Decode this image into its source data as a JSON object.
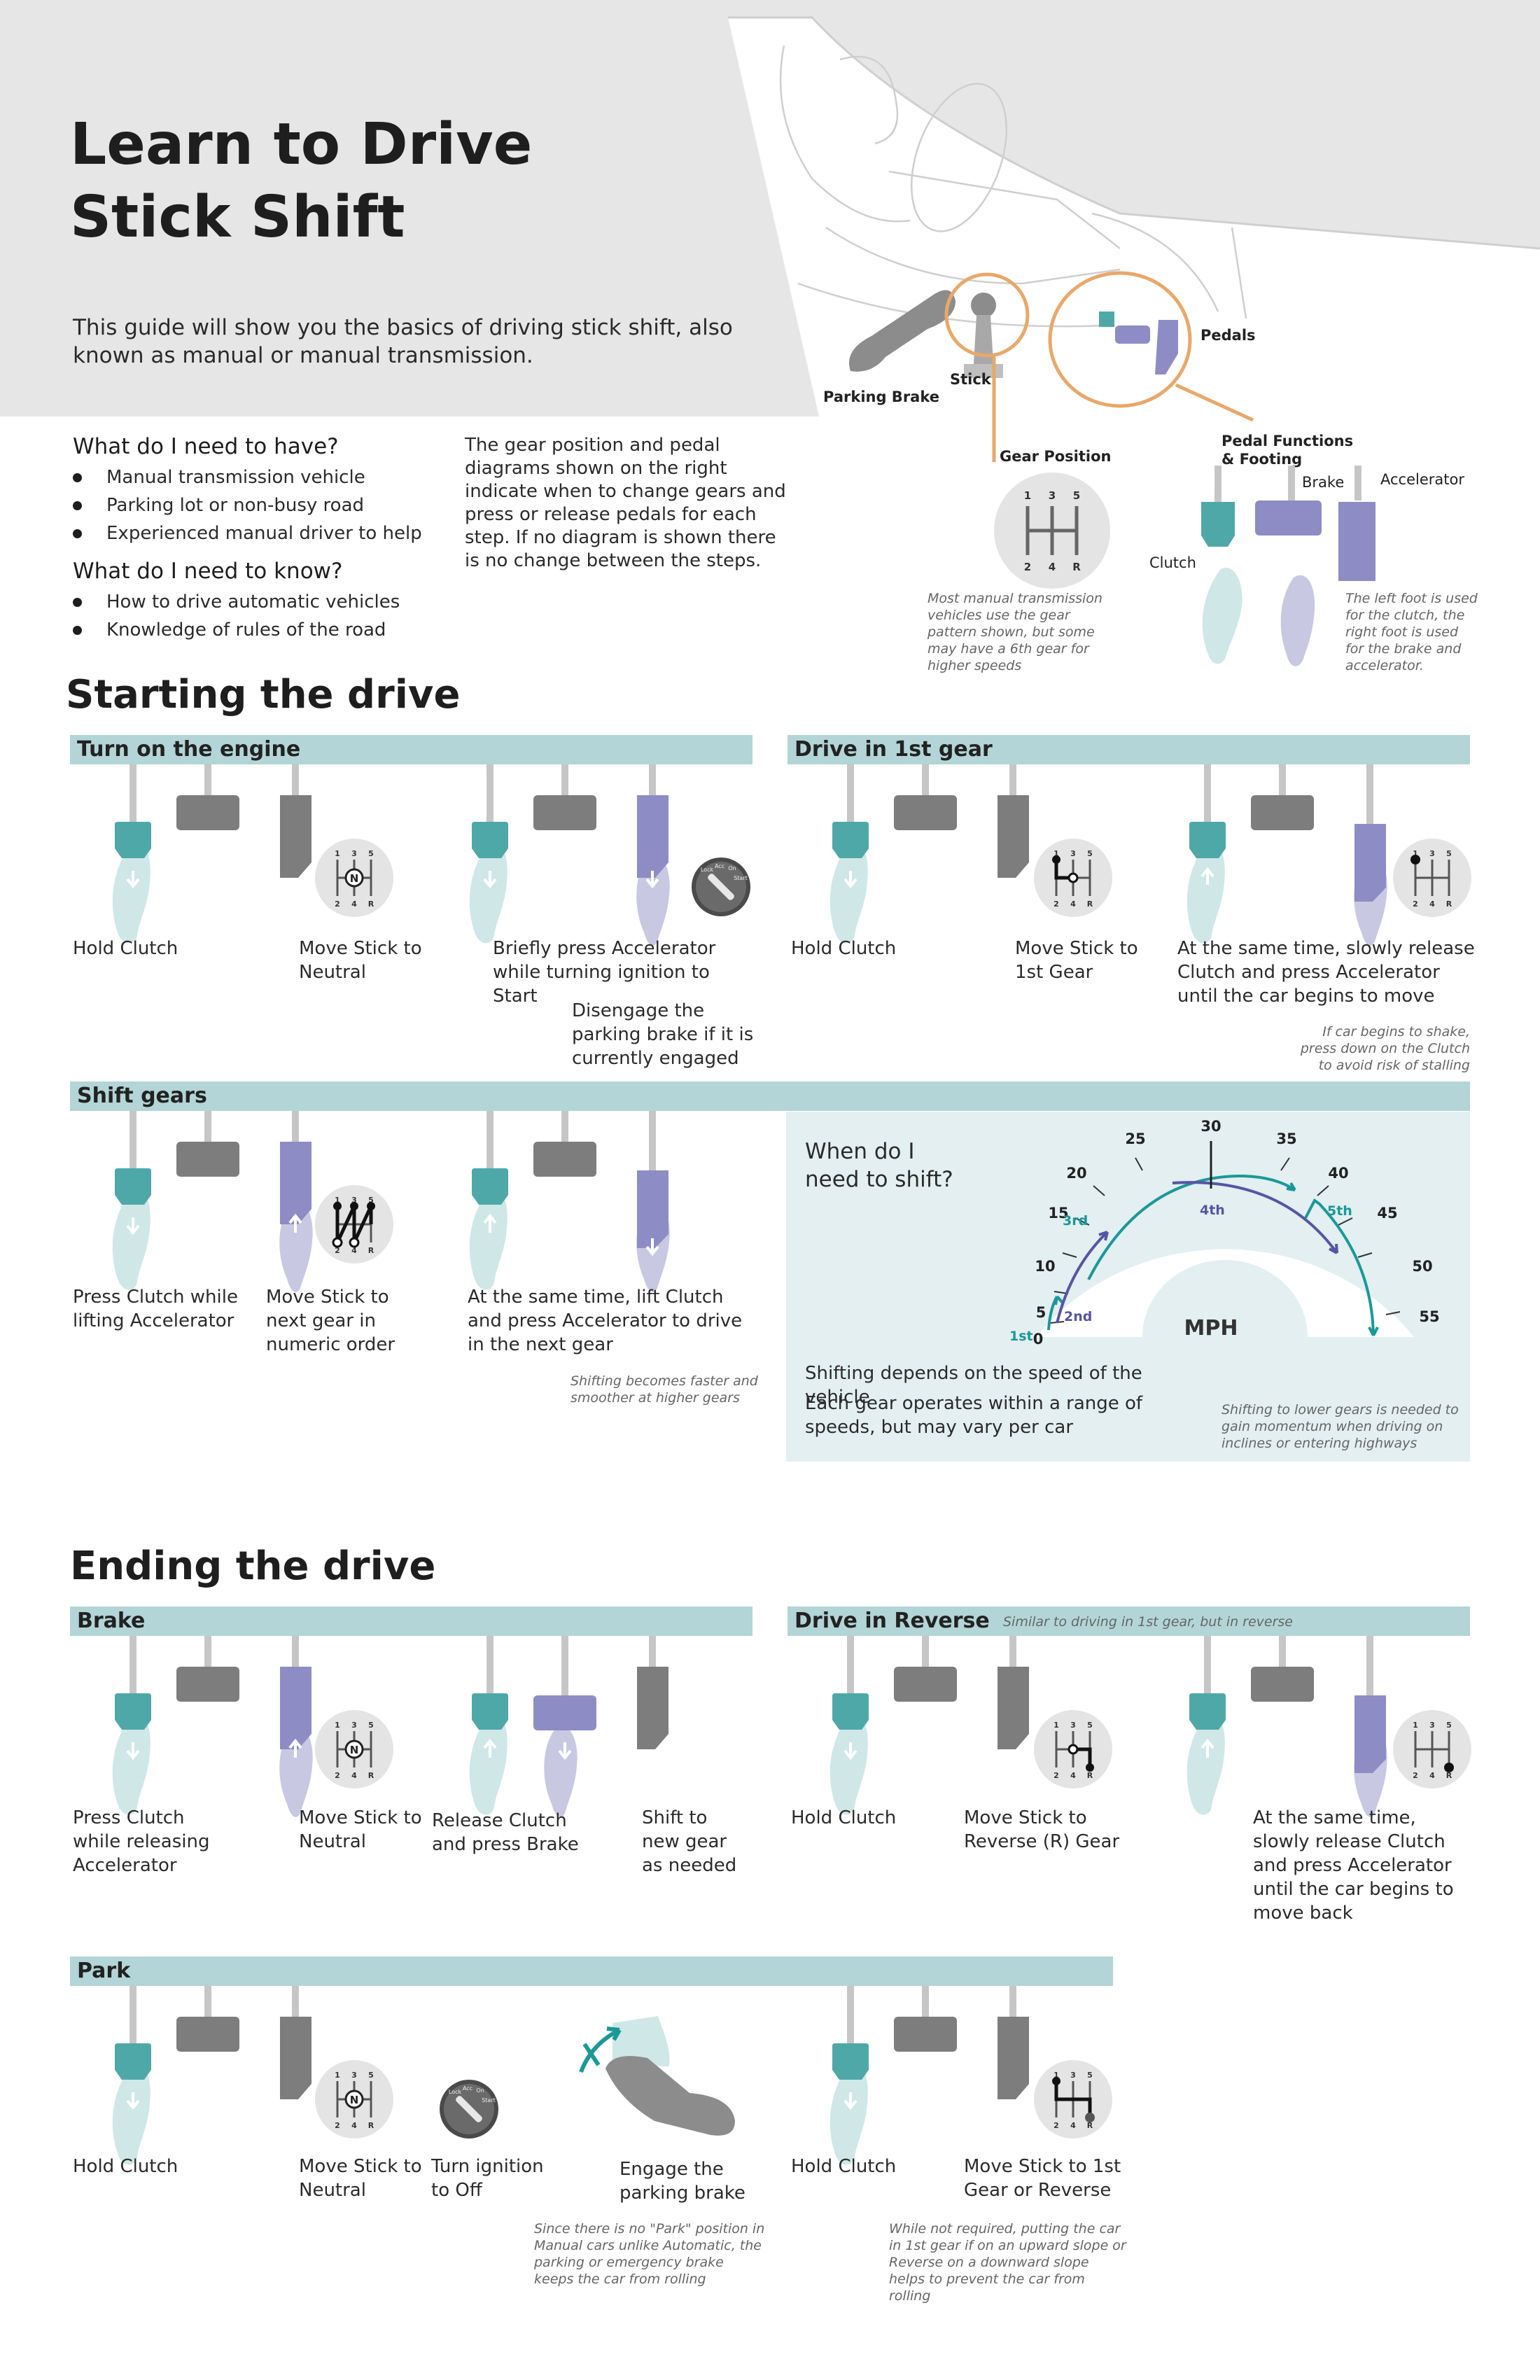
{
  "header": {
    "title_line1": "Learn to Drive",
    "title_line2": "Stick Shift",
    "intro": "This guide will show you the basics of driving stick shift, also known as manual or manual transmission."
  },
  "car_labels": {
    "pedals": "Pedals",
    "stick": "Stick",
    "parking_brake": "Parking Brake"
  },
  "need_have": {
    "heading": "What do I need to have?",
    "items": [
      "Manual transmission vehicle",
      "Parking lot or non-busy road",
      "Experienced manual driver to help"
    ]
  },
  "need_know": {
    "heading": "What do I need to know?",
    "items": [
      "How to drive automatic vehicles",
      "Knowledge of rules of the road"
    ]
  },
  "diagram_note": "The gear position and pedal diagrams shown on the right indicate when to change gears and press or release pedals for each step. If no diagram is shown there is no change between the steps.",
  "gear_position": {
    "title": "Gear Position",
    "top": [
      "1",
      "3",
      "5"
    ],
    "bottom": [
      "2",
      "4",
      "R"
    ],
    "note": "Most manual transmission vehicles use the gear pattern shown, but some may have a 6th gear for higher speeds"
  },
  "pedal_functions": {
    "title_line1": "Pedal Functions",
    "title_line2": "& Footing",
    "brake": "Brake",
    "accelerator": "Accelerator",
    "clutch": "Clutch",
    "note": "The left foot is used for the clutch, the right foot is used for the brake and accelerator."
  },
  "sections": {
    "starting": "Starting the drive",
    "ending": "Ending the drive",
    "engine": {
      "title": "Turn on the engine",
      "s1": "Hold Clutch",
      "s2": "Move Stick to Neutral",
      "s3": "Briefly press Accelerator while turning ignition to Start",
      "s4": "Disengage the parking brake if it is currently engaged"
    },
    "first": {
      "title": "Drive in 1st gear",
      "s1": "Hold Clutch",
      "s2": "Move Stick to 1st Gear",
      "s3": "At the same time, slowly release Clutch and press Accelerator until the car begins to move",
      "note": "If car begins to shake, press down on the Clutch to avoid risk of stalling"
    },
    "shift": {
      "title": "Shift gears",
      "s1": "Press Clutch while lifting Accelerator",
      "s2": "Move Stick to next gear in numeric order",
      "s3": "At the same time, lift Clutch and press Accelerator to drive in the next gear",
      "note": "Shifting becomes faster and smoother at higher gears"
    },
    "when": {
      "title": "When do I need to shift?",
      "unit": "MPH",
      "ticks": [
        "0",
        "5",
        "10",
        "15",
        "20",
        "25",
        "30",
        "35",
        "40",
        "45",
        "50",
        "55"
      ],
      "gears": [
        "1st",
        "2nd",
        "3rd",
        "4th",
        "5th"
      ],
      "t1": "Shifting depends on the speed of the vehicle",
      "t2": "Each gear operates within a range of speeds, but may vary per car",
      "note": "Shifting to lower gears is needed to gain momentum when driving on inclines or entering highways"
    },
    "brake": {
      "title": "Brake",
      "s1": "Press Clutch while releasing Accelerator",
      "s2": "Move Stick to Neutral",
      "s3": "Release Clutch and press Brake",
      "s4": "Shift to new gear as needed"
    },
    "reverse": {
      "title": "Drive in Reverse",
      "subtitle": "Similar to driving in 1st gear, but in reverse",
      "s1": "Hold Clutch",
      "s2": "Move Stick to Reverse (R) Gear",
      "s3": "At the same time, slowly release Clutch and press Accelerator until the car begins to move back"
    },
    "park": {
      "title": "Park",
      "s1": "Hold Clutch",
      "s2": "Move Stick to Neutral",
      "s3": "Turn ignition to Off",
      "s4": "Engage the parking brake",
      "s5": "Hold Clutch",
      "s6": "Move Stick to 1st Gear or Reverse",
      "note1": "Since there is no \"Park\" position in Manual cars unlike Automatic, the parking or emergency brake keeps the car from rolling",
      "note2": "While not required, putting the car in 1st gear if on an upward slope or Reverse on a downward slope helps to prevent the car from rolling"
    }
  },
  "icons": {
    "gear_neutral": "N",
    "ignition": [
      "Lock",
      "Acc",
      "On",
      "Start"
    ]
  },
  "colors": {
    "teal": "#4fa8a8",
    "clutch_light": "#cfe7e7",
    "purple": "#8e8cc4",
    "purple_light": "#c9c8e3",
    "gray": "#7d7d7d",
    "section_bar": "#b3d5d7",
    "orange": "#e8a86a",
    "arc_teal": "#1b9898",
    "arc_purple": "#5655a3"
  }
}
